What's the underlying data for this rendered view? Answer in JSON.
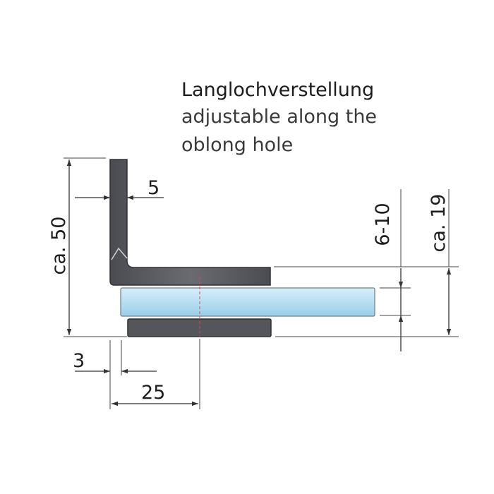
{
  "caption": {
    "title": "Langlochverstellung",
    "subtitle_line1": "adjustable along the",
    "subtitle_line2": "oblong hole"
  },
  "dimensions": {
    "height_total": "ca. 50",
    "leg_thickness": "5",
    "clamp_gap": "6-10",
    "height_right": "ca. 19",
    "offset_left": "3",
    "width_bottom": "25"
  },
  "colors": {
    "metal": "#55565b",
    "glass_top": "#cfe9f7",
    "glass_bottom": "#9fd3ec",
    "dim_line": "#333333",
    "center_line": "#d24b5a"
  }
}
